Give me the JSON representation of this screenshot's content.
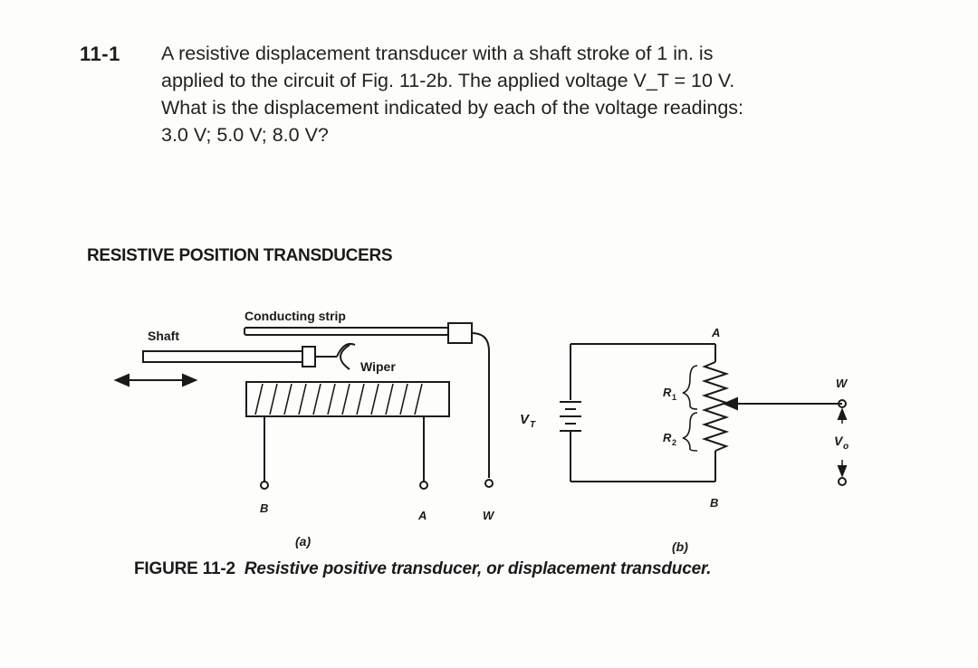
{
  "problem": {
    "number": "11-1",
    "lines": [
      "A resistive displacement transducer with a shaft stroke of 1 in. is",
      "applied to the circuit of Fig. 11-2b. The applied voltage V_T = 10 V.",
      "What is the displacement indicated by each of the voltage readings:",
      "3.0 V; 5.0 V; 8.0 V?"
    ]
  },
  "section_heading": "RESISTIVE POSITION TRANSDUCERS",
  "figure_a": {
    "label_conducting_strip": "Conducting strip",
    "label_shaft": "Shaft",
    "label_wiper": "Wiper",
    "terminal_b": "B",
    "terminal_a": "A",
    "terminal_w": "W",
    "sublabel": "(a)"
  },
  "figure_b": {
    "label_vt": "V",
    "label_vt_sub": "T",
    "label_a": "A",
    "label_b": "B",
    "label_r1": "R",
    "label_r1_sub": "1",
    "label_r2": "R",
    "label_r2_sub": "2",
    "label_w": "W",
    "label_vo": "V",
    "label_vo_sub": "o",
    "sublabel": "(b)"
  },
  "caption": {
    "number": "FIGURE 11-2",
    "text": "Resistive positive transducer, or displacement transducer."
  }
}
